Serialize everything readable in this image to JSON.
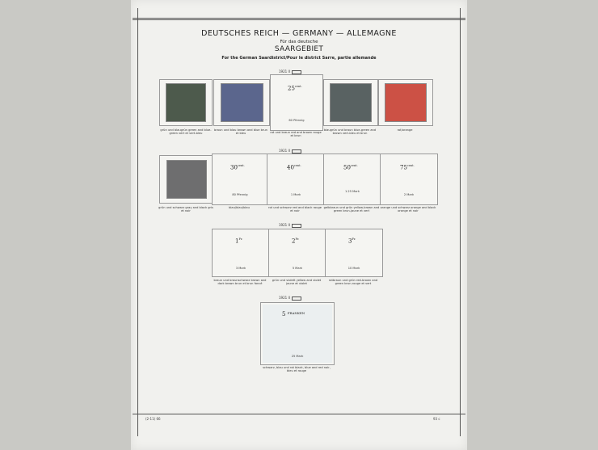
{
  "header": {
    "title": "DEUTSCHES REICH — GERMANY — ALLEMAGNE",
    "sub1": "Für das deutsche",
    "sub2": "SAARGEBIET",
    "sub3": "For the German Saardistrict/Pour le district Sarre, partie allemande"
  },
  "row1": {
    "year": "1921 II",
    "values": [
      "25",
      "cent."
    ],
    "box3_bottom": "60 Pfennig",
    "caps": [
      "grün und blaugrün green and blue-green vert et vert-bleu",
      "braun und blau brown and blue brun et bleu",
      "rot und braun red and brown rouge et brun",
      "blaugrün und braun blue-green and brown vert-bleu et brun",
      "rot/orange"
    ]
  },
  "row2": {
    "year": "1921 II",
    "boxes": [
      {
        "v": "30",
        "u": "cent.",
        "b": "80 Pfennig"
      },
      {
        "v": "40",
        "u": "cent.",
        "b": "1 Mark"
      },
      {
        "v": "50",
        "u": "cent.",
        "b": "1.25 Mark"
      },
      {
        "v": "75",
        "u": "cent.",
        "b": "2 Mark"
      }
    ],
    "caps": [
      "grün und schwarz gray and black gris et noir",
      "blau/blau/blau",
      "rot und schwarz red and black rouge et noir",
      "gelbbraun und grün yellow-brown and green brun-jaune et vert",
      "orange und schwarz orange and black orange et noir"
    ]
  },
  "row3": {
    "year": "1921 II",
    "boxes": [
      {
        "v": "1",
        "u": "Fr.",
        "b": "3 Mark"
      },
      {
        "v": "2",
        "u": "Fr.",
        "b": "5 Mark"
      },
      {
        "v": "3",
        "u": "Fr.",
        "b": "10 Mark"
      }
    ],
    "caps": [
      "braun und braunschwarz brown and dark brown brun et brun foncé",
      "grün und violett yellow and violet jaune et violet",
      "rotbraun und grün red-brown and green brun-rouge et vert"
    ]
  },
  "row4": {
    "year": "1921 II",
    "box": {
      "v": "5",
      "u": "FRANKEN",
      "b": "25 Mark"
    },
    "cap": "schwarz, blau und rot black, blue and red noir, bleu et rouge"
  },
  "footer": {
    "left": "(2-11) 66",
    "right": "93 c"
  }
}
